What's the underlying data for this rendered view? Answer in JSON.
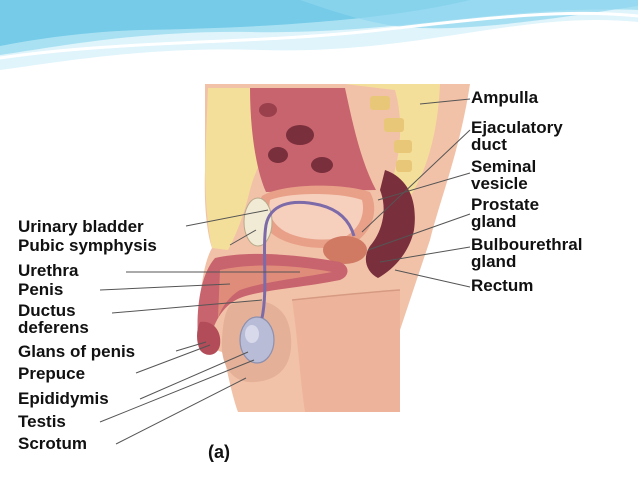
{
  "diagram": {
    "left_labels": [
      "Urinary bladder",
      "Pubic symphysis",
      "Urethra",
      "Penis",
      "Ductus deferens",
      "Glans of penis",
      "Prepuce",
      "Epididymis",
      "Testis",
      "Scrotum"
    ],
    "right_labels": [
      "Ampulla",
      "Ejaculatory duct",
      "Seminal vesicle",
      "Prostate gland",
      "Bulbourethral gland",
      "Rectum"
    ],
    "figure_label": "(a)"
  },
  "colors": {
    "banner_light": "#cfeef7",
    "banner_mid": "#7fd0ea",
    "skin": "#f2c2a8",
    "fat": "#f4df9a",
    "tissue": "#c8646e",
    "dark_tissue": "#7a2f3c",
    "testis": "#b9bcd6",
    "leader_line": "#555555"
  }
}
